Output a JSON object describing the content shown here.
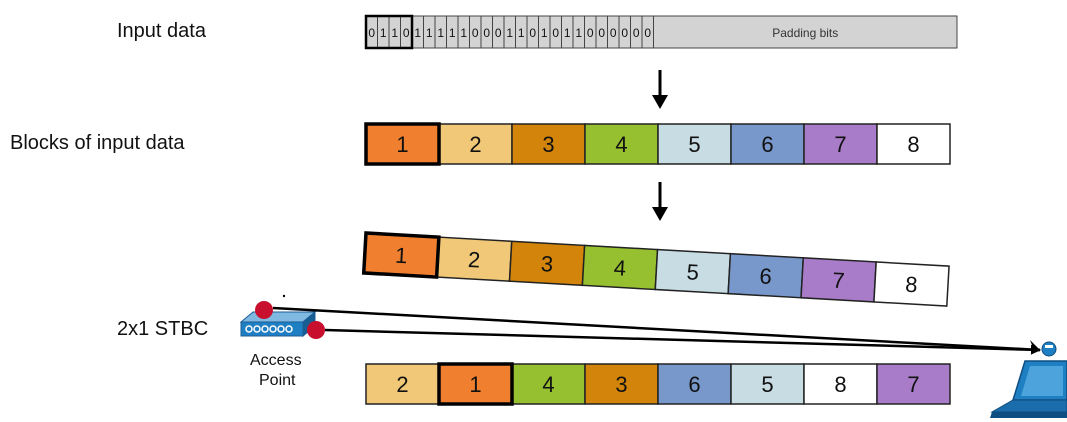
{
  "labels": {
    "input_data": "Input data",
    "blocks": "Blocks of input data",
    "stbc": "2x1 STBC",
    "ap_line1": "Access",
    "ap_line2": "Point"
  },
  "input_bits": [
    "0",
    "1",
    "1",
    "0",
    "1",
    "1",
    "1",
    "1",
    "1",
    "0",
    "0",
    "0",
    "1",
    "1",
    "0",
    "1",
    "0",
    "1",
    "1",
    "0",
    "0",
    "0",
    "0",
    "0",
    "0"
  ],
  "padding_label": "Padding bits",
  "blocks": [
    {
      "label": "1",
      "color": "#F08030"
    },
    {
      "label": "2",
      "color": "#F0C878"
    },
    {
      "label": "3",
      "color": "#D2850A"
    },
    {
      "label": "4",
      "color": "#96C030"
    },
    {
      "label": "5",
      "color": "#C8DCE4"
    },
    {
      "label": "6",
      "color": "#7898CC"
    },
    {
      "label": "7",
      "color": "#A87CC8"
    },
    {
      "label": "8",
      "color": "#FFFFFF"
    }
  ],
  "stbc_order": [
    "2",
    "1",
    "4",
    "3",
    "6",
    "5",
    "8",
    "7"
  ],
  "icons": [
    "access-point-icon",
    "laptop-icon",
    "down-arrow-icon"
  ],
  "colors": {
    "bit_fill": "#D3D3D3",
    "antenna": "#C8102E",
    "device_blue": "#1F7FC3"
  }
}
